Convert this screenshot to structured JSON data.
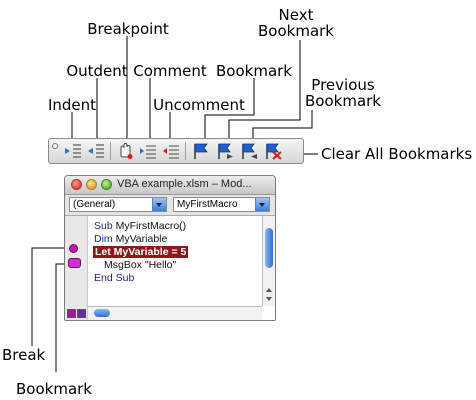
{
  "callouts": {
    "indent": "Indent",
    "outdent": "Outdent",
    "breakpoint": "Breakpoint",
    "comment": "Comment",
    "uncomment": "Uncomment",
    "bookmark": "Bookmark",
    "next_bookmark_line1": "Next",
    "next_bookmark_line2": "Bookmark",
    "previous_bookmark_line1": "Previous",
    "previous_bookmark_line2": "Bookmark",
    "clear_all_bookmarks": "Clear All Bookmarks",
    "break": "Break",
    "bookmark_margin": "Bookmark"
  },
  "window": {
    "title": "VBA example.xlsm – Mod...",
    "object_combo": "(General)",
    "procedure_combo": "MyFirstMacro"
  },
  "code": {
    "line1_kw": "Sub",
    "line1_rest": " MyFirstMacro()",
    "line2_kw": "Dim",
    "line2_rest": " MyVariable",
    "line3": "Let MyVariable = 5",
    "line4": "MsgBox \"Hello\"",
    "line5": "End Sub"
  },
  "colors": {
    "breakpoint_highlight": "#8c1818",
    "margin_marker": "#d42ad0",
    "keyword": "#1d1d9a"
  },
  "icons": [
    "indent-icon",
    "outdent-icon",
    "toggle-breakpoint-icon",
    "comment-block-icon",
    "uncomment-block-icon",
    "toggle-bookmark-icon",
    "next-bookmark-icon",
    "previous-bookmark-icon",
    "clear-all-bookmarks-icon"
  ]
}
